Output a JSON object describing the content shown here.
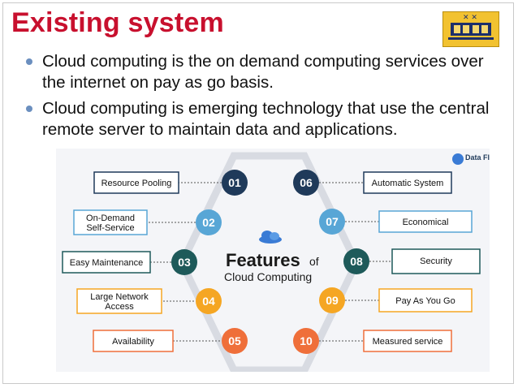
{
  "slide": {
    "title": "Existing system",
    "bullets": [
      "Cloud computing is the on demand computing services over the internet on pay as go basis.",
      "Cloud computing is emerging technology that use the central remote server to maintain data and applications."
    ]
  },
  "logo": {
    "icon": "university-crest-icon"
  },
  "diagram": {
    "brand": "Data Flair",
    "heading": {
      "big": "Features",
      "small": "of",
      "sub": "Cloud Computing"
    },
    "features_left": [
      {
        "num": "01",
        "label": "Resource Pooling",
        "color": "#1f3a5a"
      },
      {
        "num": "02",
        "label_line1": "On-Demand",
        "label_line2": "Self-Service",
        "color": "#58a6d6"
      },
      {
        "num": "03",
        "label": "Easy Maintenance",
        "color": "#1e5a5a"
      },
      {
        "num": "04",
        "label_line1": "Large Network",
        "label_line2": "Access",
        "color": "#f5a623"
      },
      {
        "num": "05",
        "label": "Availability",
        "color": "#ef6f3a"
      }
    ],
    "features_right": [
      {
        "num": "06",
        "label": "Automatic System",
        "color": "#1f3a5a"
      },
      {
        "num": "07",
        "label": "Economical",
        "color": "#58a6d6"
      },
      {
        "num": "08",
        "label": "Security",
        "color": "#1e5a5a"
      },
      {
        "num": "09",
        "label": "Pay As You Go",
        "color": "#f5a623"
      },
      {
        "num": "10",
        "label": "Measured service",
        "color": "#ef6f3a"
      }
    ]
  }
}
